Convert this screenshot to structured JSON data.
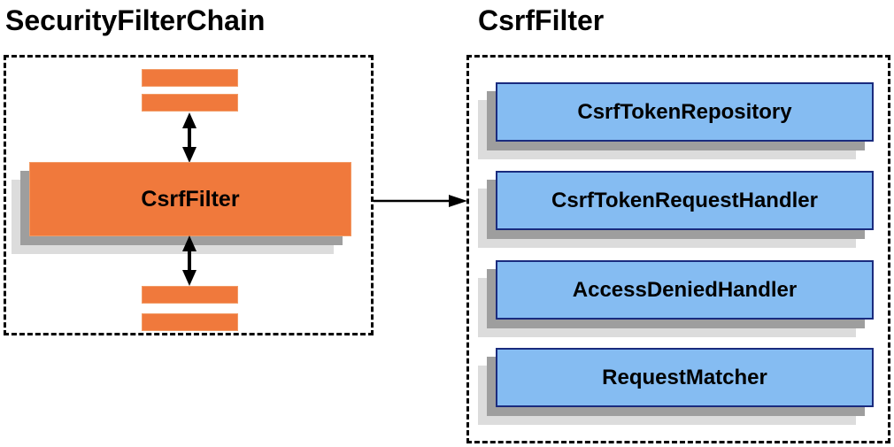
{
  "diagram": {
    "left_group": {
      "title": "SecurityFilterChain",
      "main_box_label": "CsrfFilter",
      "filter_bar_count": 4
    },
    "right_group": {
      "title": "CsrfFilter",
      "boxes": [
        "CsrfTokenRepository",
        "CsrfTokenRequestHandler",
        "AccessDeniedHandler",
        "RequestMatcher"
      ]
    },
    "colors": {
      "orange_fill": "#F0793C",
      "orange_border": "#F29B66",
      "blue_fill": "#85BCF2",
      "blue_border": "#1A2B7E",
      "shadow_dark": "#9E9E9E",
      "shadow_light": "#DCDCDC",
      "arrow": "#000000",
      "dashed_border": "#000000"
    }
  }
}
